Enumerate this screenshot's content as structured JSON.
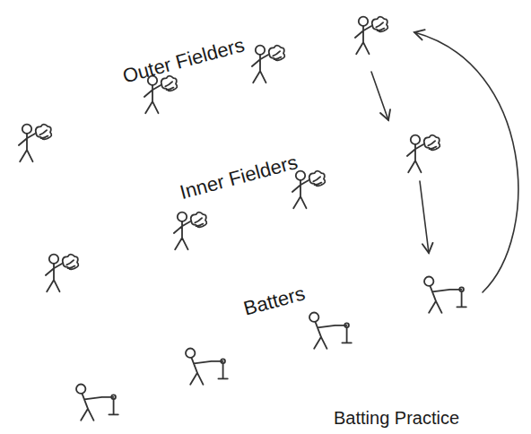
{
  "diagram": {
    "caption": "Batting Practice",
    "labels": [
      "Outer Fielders",
      "Inner Fielders",
      "Batters"
    ]
  }
}
